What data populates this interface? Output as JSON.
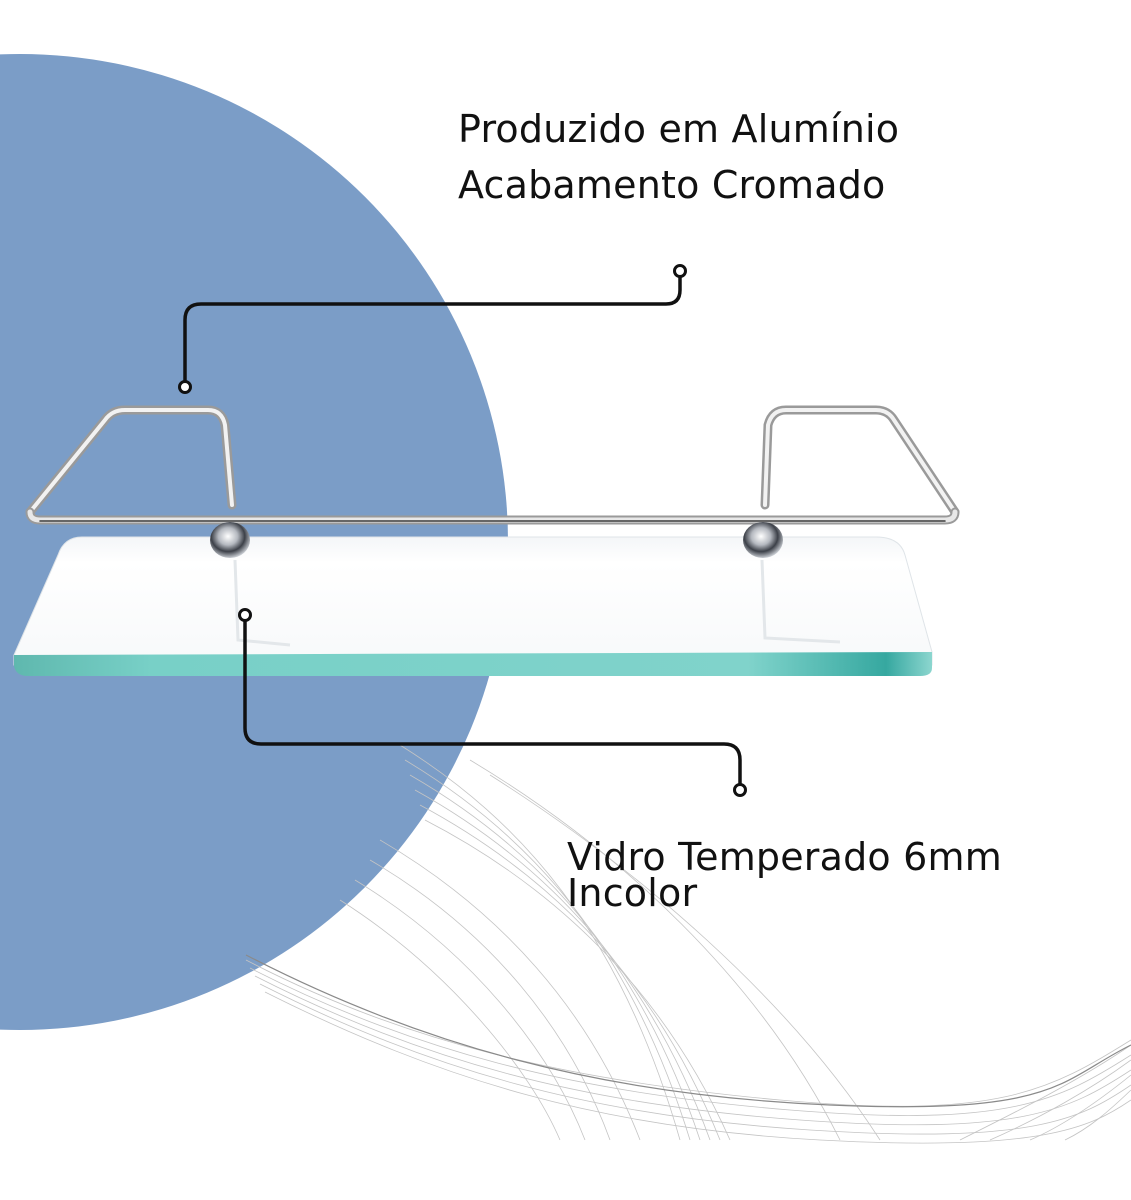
{
  "colors": {
    "background": "#ffffff",
    "circle": "#7b9dc7",
    "callout_line": "#111111",
    "glass_edge": "#72cfc6",
    "wave_lines": "#bdbdbd"
  },
  "callouts": {
    "frame": {
      "lines": [
        "Produzido em Alumínio",
        "Acabamento Cromado"
      ]
    },
    "glass": {
      "lines": [
        "Vidro Temperado 6mm",
        "Incolor"
      ]
    }
  },
  "product": {
    "name": "glass-shelf-with-chrome-rail",
    "icon": "shelf-illustration"
  }
}
